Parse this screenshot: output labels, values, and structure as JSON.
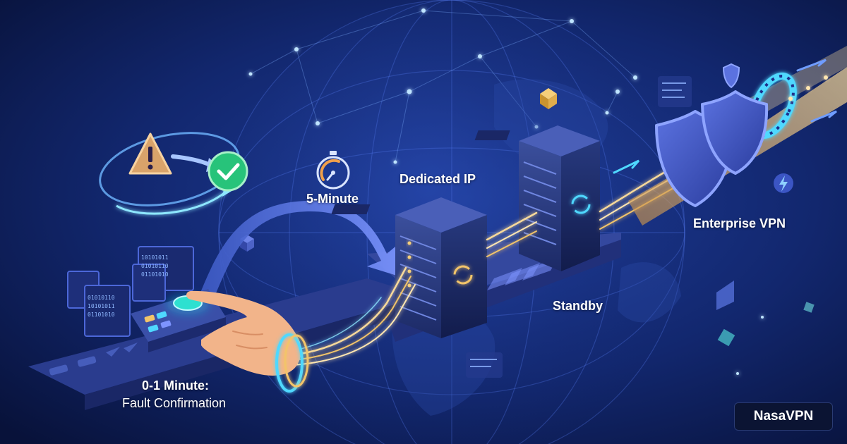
{
  "labels": {
    "stage1_time": "0-1 Minute:",
    "stage1_desc": "Fault Confirmation",
    "stage2_time": "5-Minute",
    "dedicated_ip": "Dedicated IP",
    "standby": "Standby",
    "enterprise_vpn": "Enterprise VPN"
  },
  "screen_code": {
    "line_a": "01010110",
    "line_b": "10101011",
    "line_c": "01101010"
  },
  "brand": "NasaVPN",
  "colors": {
    "background": "#0a1a4a",
    "accent_cyan": "#4fd8ff",
    "accent_gold": "#f2c46a",
    "success_green": "#27c37a",
    "warning_orange": "#f0a04a",
    "shield_blue": "#3d55c8"
  },
  "icons": [
    "warning-icon",
    "checkmark-icon",
    "stopwatch-icon",
    "hand-icon",
    "shield-icon",
    "server-icon",
    "sync-icon",
    "lightning-icon",
    "globe-icon"
  ]
}
